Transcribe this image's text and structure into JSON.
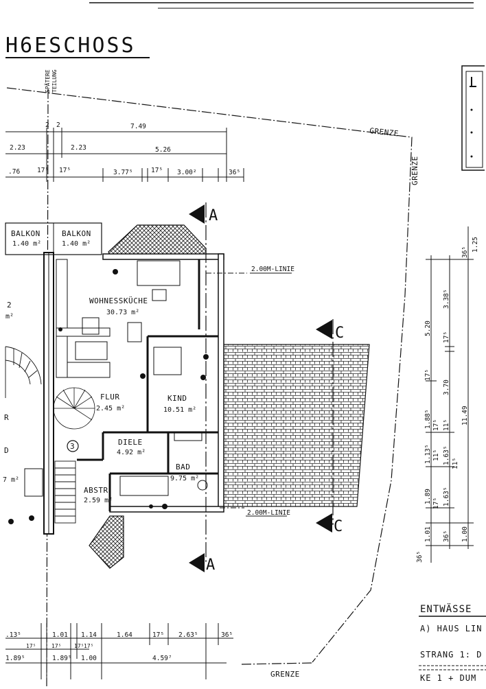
{
  "sheet": {
    "title": "H6ESCHOSS",
    "spaetere_teilung": [
      "SPÄTERE",
      "TEILUNG"
    ]
  },
  "rooms": {
    "balkon_left": {
      "name": "BALKON",
      "area": "1.40 m²"
    },
    "balkon_right": {
      "name": "BALKON",
      "area": "1.40 m²"
    },
    "wohnkueche": {
      "name": "WOHNESSKÜCHE",
      "area": "30.73 m²"
    },
    "flur": {
      "name": "FLUR",
      "area": "2.45 m²"
    },
    "kind": {
      "name": "KIND",
      "area": "10.51 m²"
    },
    "diele": {
      "name": "DIELE",
      "area": "4.92 m²"
    },
    "bad": {
      "name": "BAD",
      "area": "9.75 m²"
    },
    "abstr": {
      "name": "ABSTR",
      "area": "2.59 m²"
    },
    "partial_2": "2",
    "partial_m": "m²",
    "partial_r": "R",
    "partial_d": "D",
    "partial_7": "7 m²",
    "stair_number": "3"
  },
  "labels": {
    "grenze_top": "GRENZE",
    "grenze_right": "GRENZE",
    "grenze_bottom": "GRENZE",
    "linie_top": "2.00M-LINIE",
    "linie_bottom": "2.00M-LINIE",
    "section_a": "A",
    "section_c": "C"
  },
  "dims_top": {
    "row1": [
      "2",
      "2",
      "7.49"
    ],
    "row2": [
      "2.23",
      "2.23",
      "5.26"
    ],
    "row3": [
      ".76",
      "17⁵",
      "17⁵",
      "3.77⁵",
      "17⁵",
      "3.00²",
      "36⁵"
    ]
  },
  "dims_right": {
    "col1": [
      "36⁵",
      "1.25",
      "3.38⁵",
      "5.20",
      "17⁵",
      "11.49",
      "1.00"
    ],
    "col2": [
      "17⁵",
      "3.70",
      "1.88⁵",
      "17⁵",
      "11⁵",
      "1.13⁵",
      "11⁵",
      "1.63⁵",
      "11⁵",
      "1.89",
      "17⁵",
      "1.63⁵",
      "1.01",
      "36⁵",
      "36⁵"
    ]
  },
  "dims_bottom": {
    "row1": [
      ".13⁵",
      "1.01",
      "1.14",
      "1.64",
      "17⁵",
      "2.63⁵",
      "36⁵"
    ],
    "row2": [
      "17⁵",
      "17⁵",
      "17⁵",
      "17⁵"
    ],
    "row3": [
      "1.89⁵",
      "1.89⁵",
      "1.00",
      "4.59⁷"
    ]
  },
  "legend": {
    "heading": "ENTWÄSSE",
    "line_a": "A) HAUS LIN",
    "strang": "STRANG 1: D",
    "ke": "KE  1  +  DUM"
  }
}
